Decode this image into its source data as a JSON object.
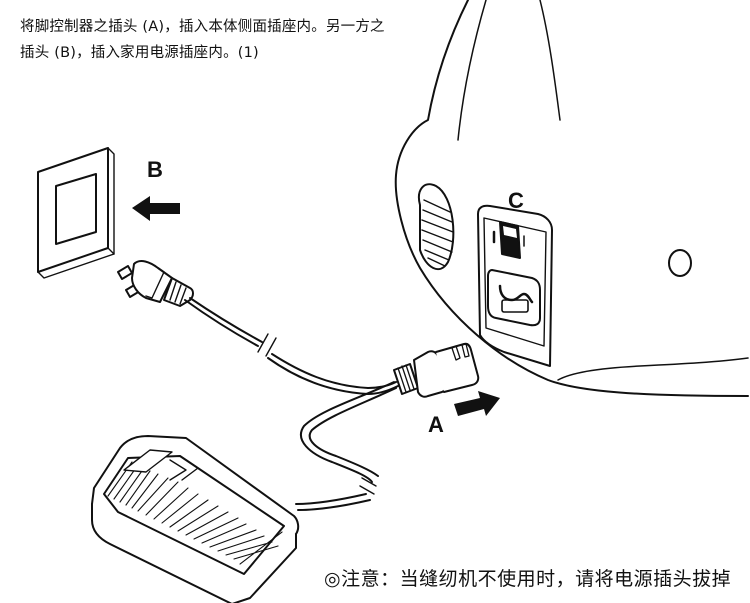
{
  "instructions": {
    "line1": "将脚控制器之插头 (A)，插入本体侧面插座内。另一方之",
    "line2": "插头 (B)，插入家用电源插座内。(1)"
  },
  "labels": {
    "plug_b": "B",
    "plug_a": "A",
    "switch_c": "C"
  },
  "note": "◎注意：当缝纫机不使用时，请将电源插头拔掉",
  "colors": {
    "line": "#111111",
    "background": "#ffffff"
  }
}
